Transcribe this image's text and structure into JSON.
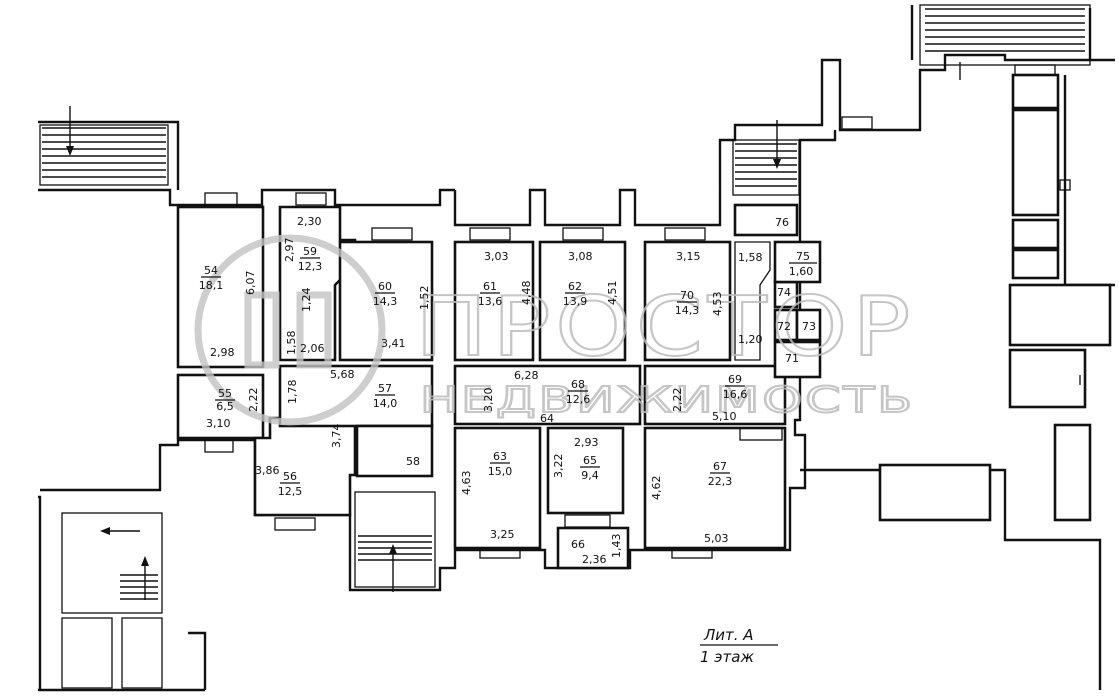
{
  "legend": {
    "line1": "Лит. А",
    "line2": "1 этаж"
  },
  "watermark": {
    "title": "ПРОСТОР",
    "subtitle": "НЕДВИЖИМОСТЬ"
  },
  "rooms": [
    {
      "id": "54",
      "number": "54",
      "area": "18,1"
    },
    {
      "id": "55",
      "number": "55",
      "area": "6,5"
    },
    {
      "id": "56",
      "number": "56",
      "area": "12,5"
    },
    {
      "id": "57",
      "number": "57",
      "area": "14,0"
    },
    {
      "id": "58",
      "number": "58",
      "area": ""
    },
    {
      "id": "59",
      "number": "59",
      "area": "12,3"
    },
    {
      "id": "60",
      "number": "60",
      "area": "14,3"
    },
    {
      "id": "61",
      "number": "61",
      "area": "13,6"
    },
    {
      "id": "62",
      "number": "62",
      "area": "13,9"
    },
    {
      "id": "63",
      "number": "63",
      "area": "15,0"
    },
    {
      "id": "64",
      "number": "64",
      "area": ""
    },
    {
      "id": "65",
      "number": "65",
      "area": "9,4"
    },
    {
      "id": "66",
      "number": "66",
      "area": ""
    },
    {
      "id": "67",
      "number": "67",
      "area": "22,3"
    },
    {
      "id": "68",
      "number": "68",
      "area": "12,6"
    },
    {
      "id": "69",
      "number": "69",
      "area": "16,6"
    },
    {
      "id": "70",
      "number": "70",
      "area": "14,3"
    },
    {
      "id": "71",
      "number": "71",
      "area": ""
    },
    {
      "id": "72",
      "number": "72",
      "area": ""
    },
    {
      "id": "73",
      "number": "73",
      "area": ""
    },
    {
      "id": "74",
      "number": "74",
      "area": ""
    },
    {
      "id": "75",
      "number": "75",
      "area": "1,60"
    },
    {
      "id": "76",
      "number": "76",
      "area": ""
    }
  ],
  "dimensions": [
    "6,07",
    "2,98",
    "2,22",
    "3,10",
    "2,30",
    "2,97",
    "1,24",
    "1,58",
    "2,06",
    "1,78",
    "5,68",
    "3,41",
    "1,52",
    "3,74",
    "3,86",
    "3,03",
    "3,08",
    "4,48",
    "4,51",
    "3,20",
    "6,28",
    "4,63",
    "3,25",
    "2,93",
    "3,22",
    "2,36",
    "1,43",
    "3,15",
    "4,53",
    "2,22",
    "5,10",
    "4,62",
    "5,03",
    "1,58",
    "1,20"
  ]
}
